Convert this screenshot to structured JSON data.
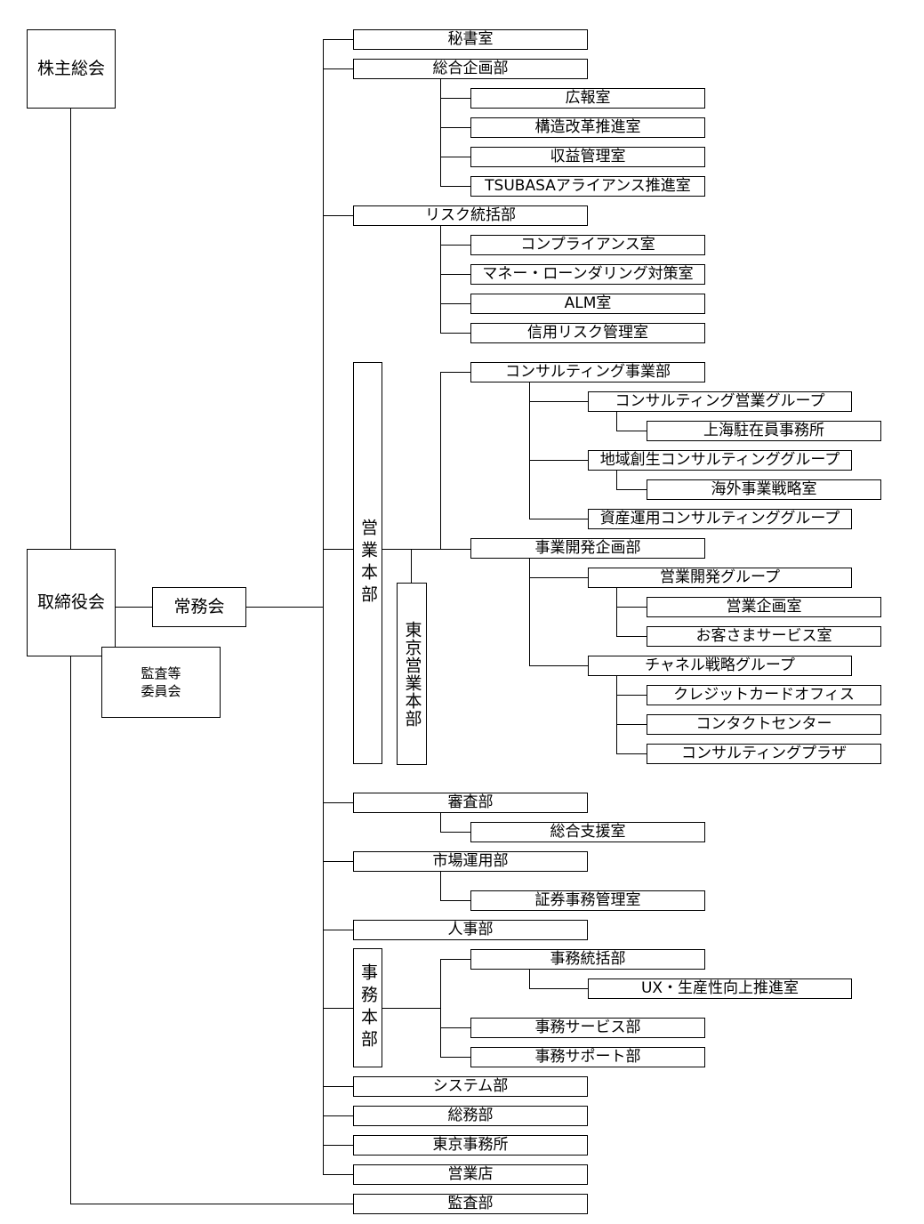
{
  "diagram": {
    "type": "organization-chart",
    "top": {
      "shareholders_meeting": "株主総会",
      "board_of_directors": "取締役会",
      "executive_committee": "常務会",
      "audit_committee": [
        "監査等",
        "委員会"
      ]
    },
    "departments": {
      "secretariat": "秘書室",
      "corporate_planning": {
        "label": "総合企画部",
        "children": [
          "広報室",
          "構造改革推進室",
          "収益管理室",
          "TSUBASAアライアンス推進室"
        ]
      },
      "risk_management": {
        "label": "リスク統括部",
        "children": [
          "コンプライアンス室",
          "マネー・ローンダリング対策室",
          "ALM室",
          "信用リスク管理室"
        ]
      },
      "sales_hq": {
        "label": "営業本部",
        "tokyo_sales_hq": "東京営業本部",
        "consulting_business": {
          "label": "コンサルティング事業部",
          "groups": [
            {
              "label": "コンサルティング営業グループ",
              "children": [
                "上海駐在員事務所"
              ]
            },
            {
              "label": "地域創生コンサルティンググループ",
              "children": [
                "海外事業戦略室"
              ]
            },
            {
              "label": "資産運用コンサルティンググループ",
              "children": []
            }
          ]
        },
        "business_development_planning": {
          "label": "事業開発企画部",
          "groups": [
            {
              "label": "営業開発グループ",
              "children": [
                "営業企画室",
                "お客さまサービス室"
              ]
            },
            {
              "label": "チャネル戦略グループ",
              "children": [
                "クレジットカードオフィス",
                "コンタクトセンター",
                "コンサルティングプラザ"
              ]
            }
          ]
        }
      },
      "credit_examination": {
        "label": "審査部",
        "children": [
          "総合支援室"
        ]
      },
      "market_operations": {
        "label": "市場運用部",
        "children": [
          "証券事務管理室"
        ]
      },
      "human_resources": "人事部",
      "operations_hq": {
        "label": "事務本部",
        "children": [
          {
            "label": "事務統括部",
            "children": [
              "UX・生産性向上推進室"
            ]
          },
          {
            "label": "事務サービス部",
            "children": []
          },
          {
            "label": "事務サポート部",
            "children": []
          }
        ]
      },
      "systems": "システム部",
      "general_affairs": "総務部",
      "tokyo_office": "東京事務所",
      "branches": "営業店",
      "internal_audit": "監査部"
    }
  }
}
